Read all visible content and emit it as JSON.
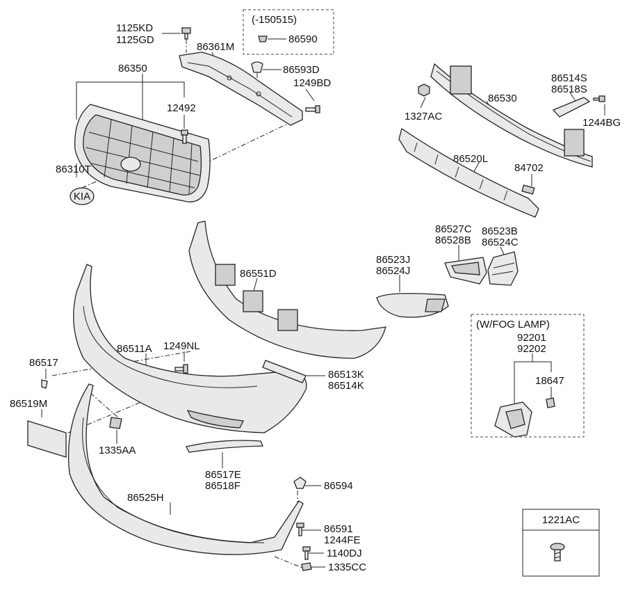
{
  "labels": {
    "l1125KD": "1125KD",
    "l1125GD": "1125GD",
    "l150515": "(-150515)",
    "l86590": "86590",
    "l86361M": "86361M",
    "l86593D": "86593D",
    "l86350": "86350",
    "l1249BD": "1249BD",
    "l12492": "12492",
    "l86310T": "86310T",
    "l86514S": "86514S",
    "l86518S": "86518S",
    "l86530": "86530",
    "l1327AC": "1327AC",
    "l1244BG": "1244BG",
    "l86520L": "86520L",
    "l84702": "84702",
    "l86527C": "86527C",
    "l86528B": "86528B",
    "l86523B": "86523B",
    "l86524C": "86524C",
    "l86523J": "86523J",
    "l86524J": "86524J",
    "l86551D": "86551D",
    "l86511A": "86511A",
    "l1249NL": "1249NL",
    "l86517": "86517",
    "l86513K": "86513K",
    "l86514K": "86514K",
    "l86519M": "86519M",
    "l1335AA": "1335AA",
    "l86517E": "86517E",
    "l86518F": "86518F",
    "l86525H": "86525H",
    "l86594": "86594",
    "l86591": "86591",
    "l1244FE": "1244FE",
    "l1140DJ": "1140DJ",
    "l1335CC": "1335CC",
    "fogBoxTitle": "(W/FOG LAMP)",
    "l92201": "92201",
    "l92202": "92202",
    "l18647": "18647",
    "l1221AC": "1221AC",
    "kiaLogo": "KIA"
  }
}
